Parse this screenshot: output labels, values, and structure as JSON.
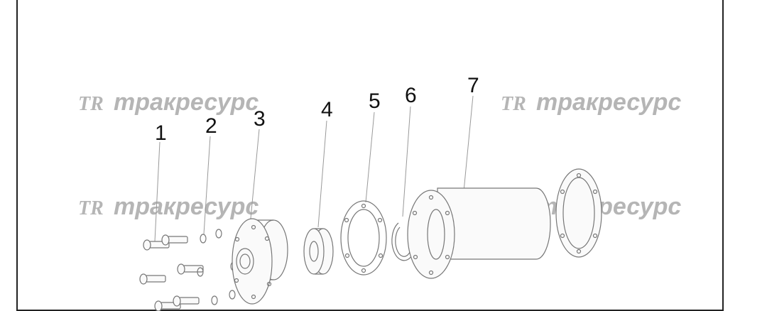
{
  "callouts": [
    "1",
    "2",
    "3",
    "4",
    "5",
    "6",
    "7"
  ],
  "watermark": {
    "logo": "TR",
    "text": "тракресурс"
  }
}
